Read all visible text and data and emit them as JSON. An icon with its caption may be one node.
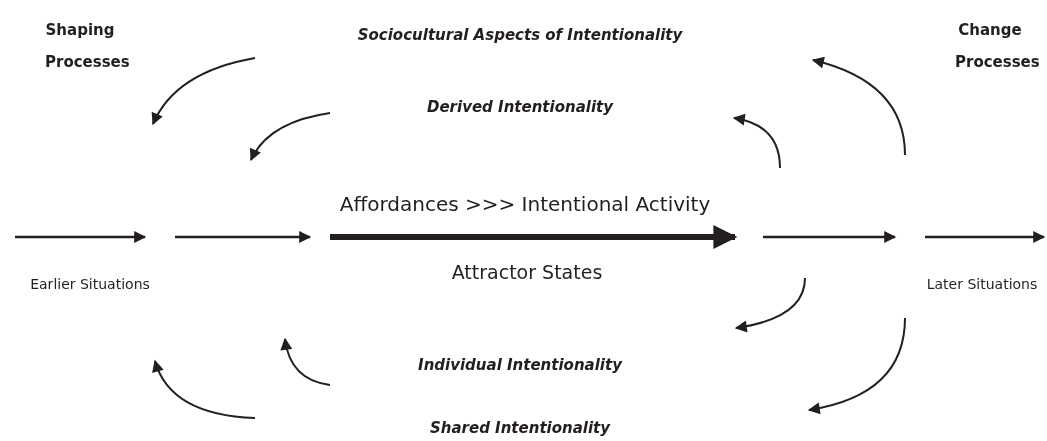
{
  "diagram": {
    "labels": [
      "Shaping Processes",
      "Sociocultural Aspects of Intentionality",
      "Change Processes",
      "Derived Intentionality",
      "Affordances >>> Intentional Activity",
      "Earlier Situations",
      "Attractor States",
      "Later Situations",
      "Individual Intentionality",
      "Shared Intentionality"
    ]
  }
}
